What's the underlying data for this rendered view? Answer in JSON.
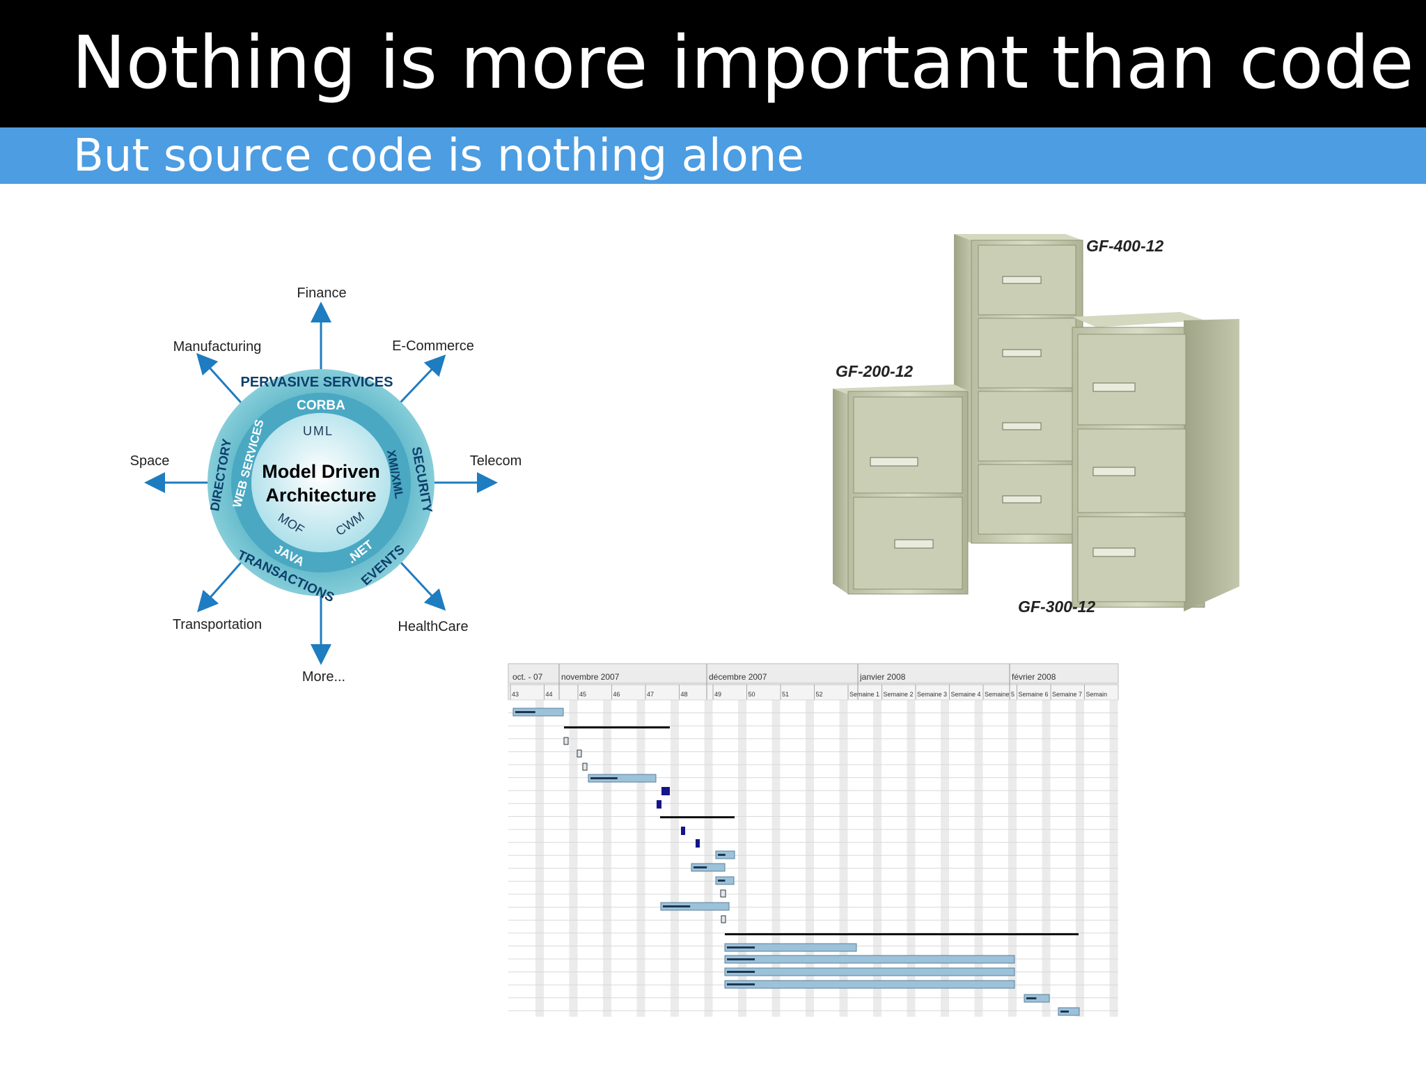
{
  "slide": {
    "title": "Nothing is more important than code",
    "subtitle": "But source code is nothing alone"
  },
  "colors": {
    "title_bar": "#000000",
    "subtitle_bar": "#4c9de2",
    "mda_ring": "#6cc0cf",
    "mda_inner": "#bfe7ee",
    "arrow": "#1e7cc0",
    "cabinet": "#c6cbb0",
    "gantt_bar": "#9cc2da",
    "gantt_milestone": "#15158a"
  },
  "mda_diagram": {
    "center_line1": "Model Driven",
    "center_line2": "Architecture",
    "ring_outer": [
      "PERVASIVE SERVICES",
      "SECURITY",
      "EVENTS",
      "TRANSACTIONS",
      "DIRECTORY"
    ],
    "ring_middle": [
      "CORBA",
      "XMI/XML",
      ".NET",
      "JAVA",
      "WEB SERVICES"
    ],
    "ring_inner": [
      "UML",
      "CWM",
      "MOF"
    ],
    "domains": {
      "finance": "Finance",
      "ecommerce": "E-Commerce",
      "telecom": "Telecom",
      "healthcare": "HealthCare",
      "more": "More...",
      "transportation": "Transportation",
      "space": "Space",
      "manufacturing": "Manufacturing"
    }
  },
  "cabinets": {
    "small": "GF-200-12",
    "tall": "GF-400-12",
    "medium": "GF-300-12"
  },
  "gantt": {
    "months": [
      "oct. - 07",
      "novembre 2007",
      "décembre 2007",
      "janvier 2008",
      "février 2008"
    ],
    "weeks": [
      "43",
      "44",
      "45",
      "46",
      "47",
      "48",
      "49",
      "50",
      "51",
      "52",
      "Semaine 1",
      "Semaine 2",
      "Semaine 3",
      "Semaine 4",
      "Semaine 5",
      "Semaine 6",
      "Semaine 7",
      "Semain"
    ]
  }
}
